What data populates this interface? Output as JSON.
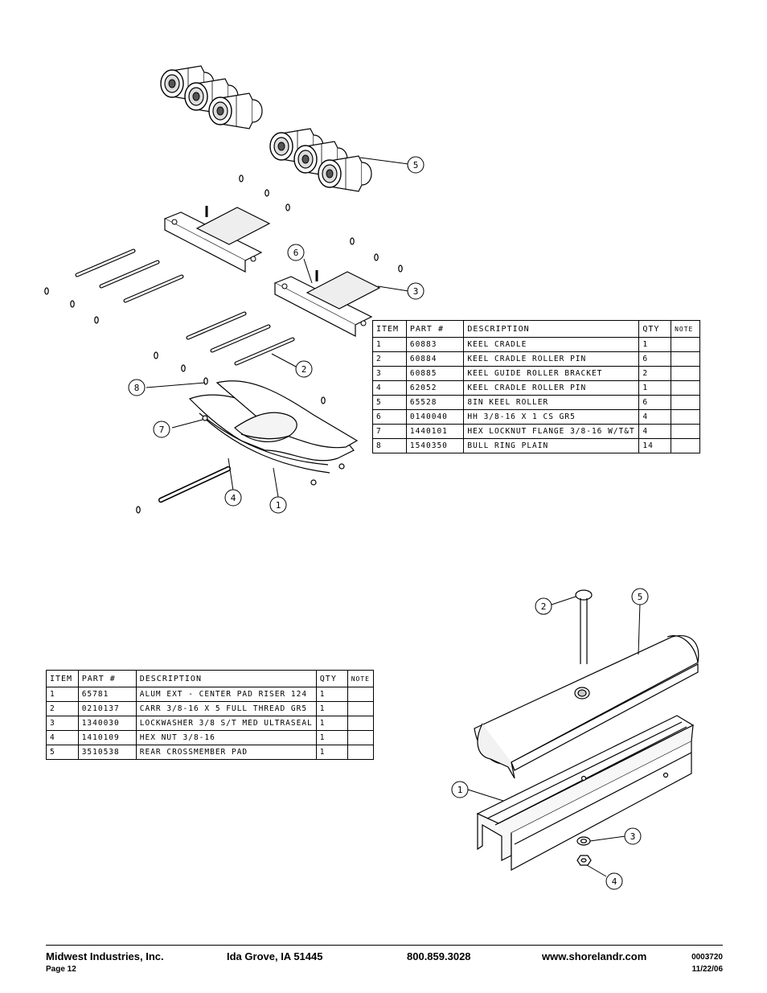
{
  "table1": {
    "headers": [
      "ITEM",
      "PART #",
      "DESCRIPTION",
      "QTY",
      "NOTE"
    ],
    "rows": [
      [
        "1",
        "60883",
        "KEEL CRADLE",
        "1",
        ""
      ],
      [
        "2",
        "60884",
        "KEEL CRADLE ROLLER PIN",
        "6",
        ""
      ],
      [
        "3",
        "60885",
        "KEEL GUIDE ROLLER BRACKET",
        "2",
        ""
      ],
      [
        "4",
        "62052",
        "KEEL CRADLE ROLLER PIN",
        "1",
        ""
      ],
      [
        "5",
        "65528",
        "8IN KEEL ROLLER",
        "6",
        ""
      ],
      [
        "6",
        "0140040",
        "HH 3/8-16 X 1 CS GR5",
        "4",
        ""
      ],
      [
        "7",
        "1440101",
        "HEX LOCKNUT FLANGE 3/8-16 W/T&T",
        "4",
        ""
      ],
      [
        "8",
        "1540350",
        "BULL RING PLAIN",
        "14",
        ""
      ]
    ]
  },
  "table2": {
    "headers": [
      "ITEM",
      "PART #",
      "DESCRIPTION",
      "QTY",
      "NOTE"
    ],
    "rows": [
      [
        "1",
        "65781",
        "ALUM EXT - CENTER PAD RISER 124",
        "1",
        ""
      ],
      [
        "2",
        "0210137",
        "CARR 3/8-16 X 5 FULL THREAD GR5",
        "1",
        ""
      ],
      [
        "3",
        "1340030",
        "LOCKWASHER 3/8 S/T MED ULTRASEAL",
        "1",
        ""
      ],
      [
        "4",
        "1410109",
        "HEX NUT 3/8-16",
        "1",
        ""
      ],
      [
        "5",
        "3510538",
        "REAR CROSSMEMBER PAD",
        "1",
        ""
      ]
    ]
  },
  "callouts_top": [
    "5",
    "6",
    "3",
    "2",
    "8",
    "7",
    "4",
    "1"
  ],
  "callouts_bottom": [
    "2",
    "5",
    "1",
    "3",
    "4"
  ],
  "footer": {
    "company": "Midwest Industries, Inc.",
    "page": "Page 12",
    "city": "Ida Grove, IA  51445",
    "phone": "800.859.3028",
    "web": "www.shorelandr.com",
    "docno": "0003720",
    "date": "11/22/06"
  }
}
